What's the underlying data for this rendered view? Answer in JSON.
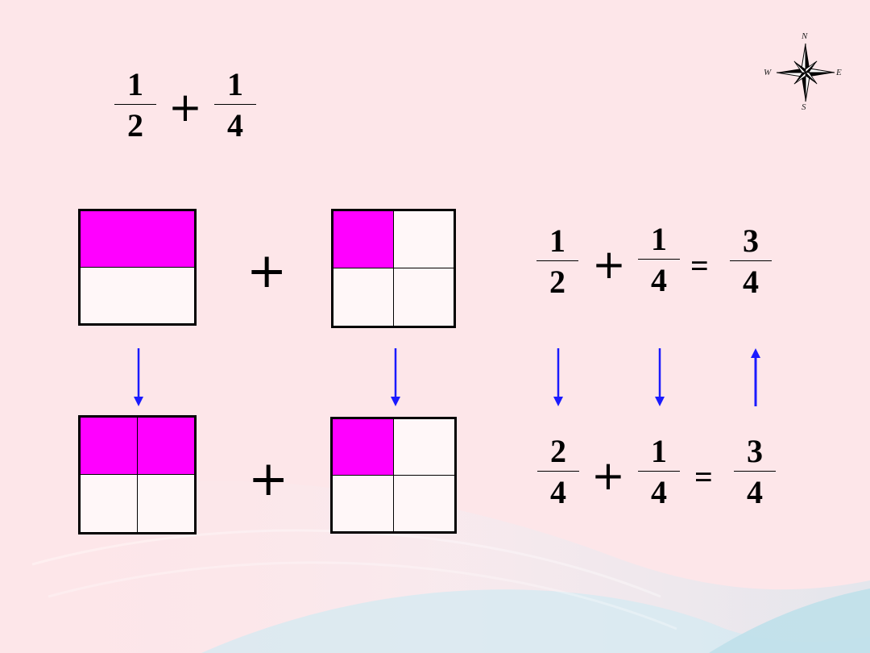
{
  "header_expression": {
    "left": {
      "num": "1",
      "den": "2"
    },
    "operator": "+",
    "right": {
      "num": "1",
      "den": "4"
    }
  },
  "compass": {
    "north": "N",
    "south": "S",
    "east": "E",
    "west": "W"
  },
  "grids": {
    "top_left": {
      "rows": 2,
      "cols": 1,
      "shaded_cells": [
        0
      ]
    },
    "top_right": {
      "rows": 2,
      "cols": 2,
      "shaded_cells": [
        0
      ]
    },
    "bottom_left": {
      "rows": 2,
      "cols": 2,
      "shaded_cells": [
        0,
        1
      ]
    },
    "bottom_right": {
      "rows": 2,
      "cols": 2,
      "shaded_cells": [
        0
      ]
    }
  },
  "grid_operator": "+",
  "equation_top": {
    "a": {
      "num": "1",
      "den": "2"
    },
    "plus": "+",
    "b": {
      "num": "1",
      "den": "4"
    },
    "equals": "=",
    "c": {
      "num": "3",
      "den": "4"
    }
  },
  "equation_bottom": {
    "a": {
      "num": "2",
      "den": "4"
    },
    "plus": "+",
    "b": {
      "num": "1",
      "den": "4"
    },
    "equals": "=",
    "c": {
      "num": "3",
      "den": "4"
    }
  },
  "colors": {
    "shade": "#ff00ff",
    "arrow": "#1a1aff",
    "background": "#fde6e9"
  }
}
